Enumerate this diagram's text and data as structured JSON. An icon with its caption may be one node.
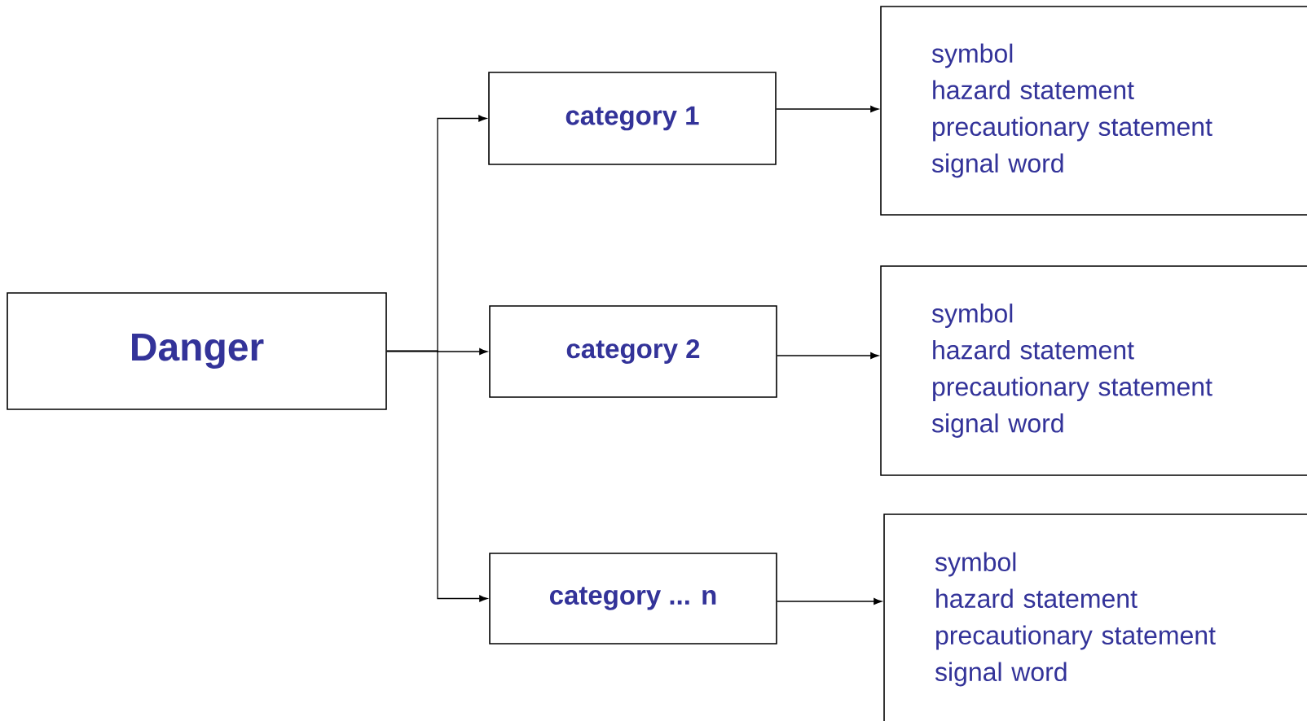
{
  "diagram": {
    "nodes": [
      {
        "text": [
          "Danger"
        ]
      },
      {
        "text": [
          "category 1"
        ]
      },
      {
        "text": [
          "category 2"
        ]
      },
      {
        "text": [
          "category ... n"
        ]
      },
      {
        "text": [
          "symbol",
          "hazard statement",
          "precautionary statement",
          "signal word"
        ]
      },
      {
        "text": [
          "symbol",
          "hazard statement",
          "precautionary statement",
          "signal word"
        ]
      },
      {
        "text": [
          "symbol",
          "hazard statement",
          "precautionary statement",
          "signal word"
        ]
      }
    ],
    "edges": [
      {
        "from": 0,
        "to": 1,
        "arrow": "to"
      },
      {
        "from": 0,
        "to": 2,
        "arrow": "to"
      },
      {
        "from": 0,
        "to": 3,
        "arrow": "to"
      },
      {
        "from": 1,
        "to": 4,
        "arrow": "to"
      },
      {
        "from": 2,
        "to": 5,
        "arrow": "to"
      },
      {
        "from": 3,
        "to": 6,
        "arrow": "to"
      }
    ]
  }
}
